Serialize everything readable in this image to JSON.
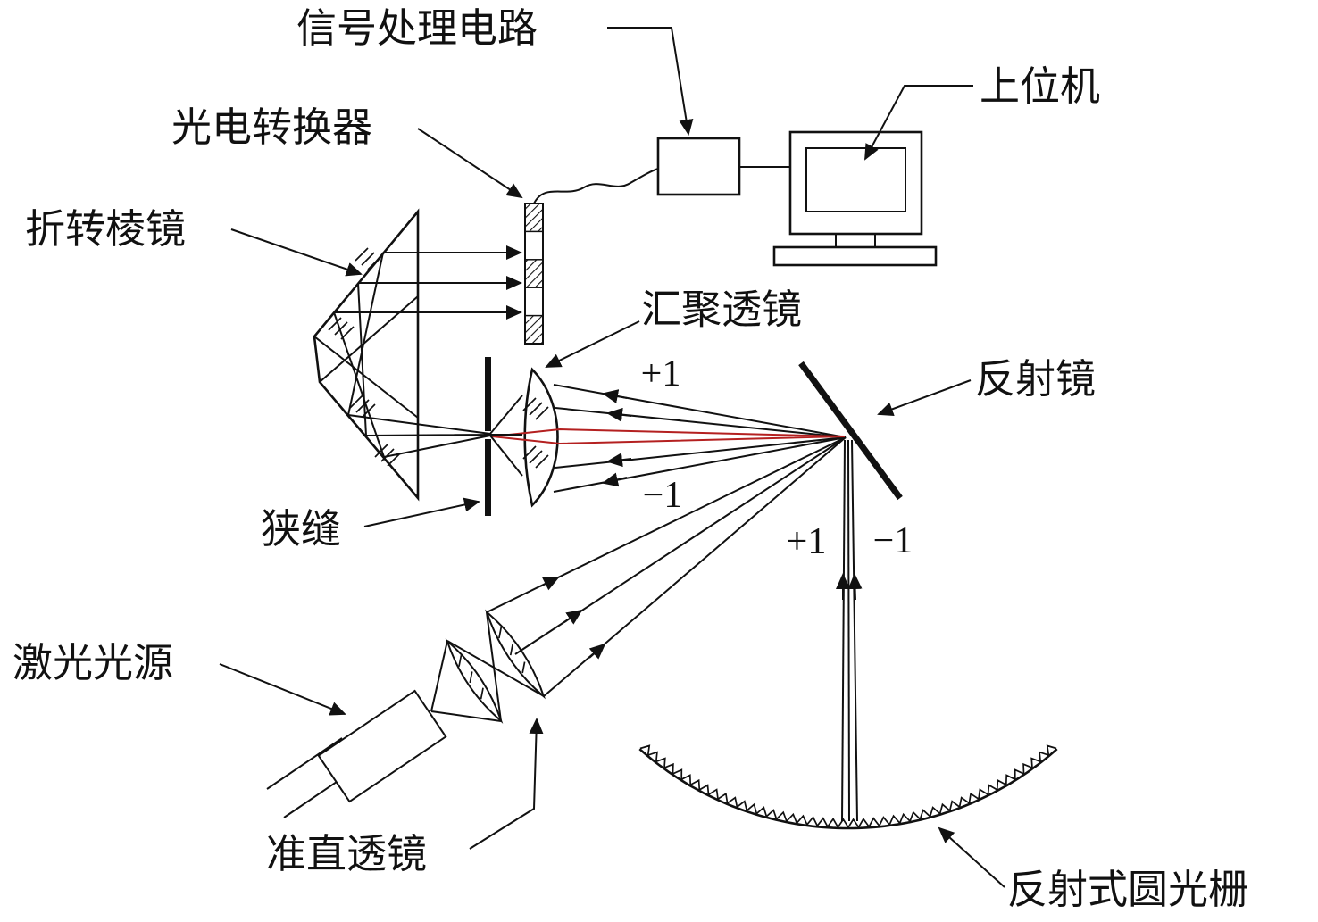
{
  "labels": {
    "signal_circuit": "信号处理电路",
    "host_computer": "上位机",
    "photoelectric_converter": "光电转换器",
    "folding_prism": "折转棱镜",
    "converging_lens": "汇聚透镜",
    "mirror": "反射镜",
    "slit": "狭缝",
    "laser_source": "激光光源",
    "collimating_lens": "准直透镜",
    "reflective_circular_grating": "反射式圆光栅"
  },
  "orders": {
    "plus_one_left": "+1",
    "minus_one_left": "−1",
    "plus_one_bottom": "+1",
    "minus_one_bottom": "−1"
  },
  "colors": {
    "ink": "#111111",
    "highlight_ray": "#b42020",
    "background": "#ffffff"
  }
}
